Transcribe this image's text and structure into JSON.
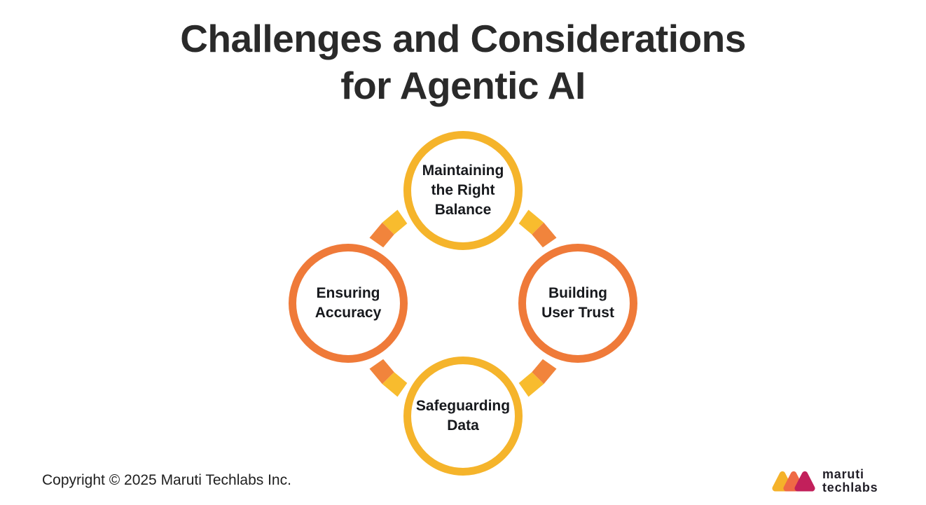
{
  "title": "Challenges and Considerations\nfor Agentic AI",
  "nodes": {
    "top": {
      "label": "Maintaining\nthe Right\nBalance",
      "ring_color": "#F5B42B"
    },
    "left": {
      "label": "Ensuring\nAccuracy",
      "ring_color": "#EF7A39"
    },
    "right": {
      "label": "Building\nUser Trust",
      "ring_color": "#EF7A39"
    },
    "bottom": {
      "label": "Safeguarding\nData",
      "ring_color": "#F5B42B"
    }
  },
  "footer": {
    "copyright": "Copyright © 2025 Maruti Techlabs Inc."
  },
  "logo": {
    "line1": "maruti",
    "line2": "techlabs"
  },
  "colors": {
    "ring_yellow": "#F5B42B",
    "ring_orange": "#EF7A39",
    "wedge_yellow": "#F8BC2E",
    "wedge_orange": "#F1843C",
    "title_text": "#2A2A2A",
    "label_text": "#17191D",
    "logo_yellow": "#F5B22A",
    "logo_coral": "#EF6A45",
    "logo_magenta": "#C2205B"
  }
}
